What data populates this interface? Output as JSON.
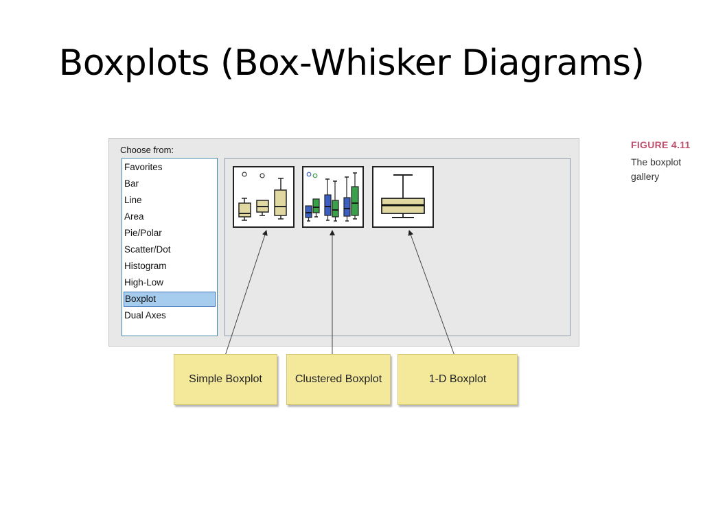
{
  "slide": {
    "title": "Boxplots (Box-Whisker Diagrams)"
  },
  "dialog": {
    "choose_label": "Choose from:",
    "items": [
      {
        "label": "Favorites"
      },
      {
        "label": "Bar"
      },
      {
        "label": "Line"
      },
      {
        "label": "Area"
      },
      {
        "label": "Pie/Polar"
      },
      {
        "label": "Scatter/Dot"
      },
      {
        "label": "Histogram"
      },
      {
        "label": "High-Low"
      },
      {
        "label": "Boxplot"
      },
      {
        "label": "Dual Axes"
      }
    ],
    "selected_item": "Boxplot",
    "selection_color": "#a6cdee"
  },
  "gallery": {
    "thumbnails": [
      {
        "icon": "simple-boxplot-icon"
      },
      {
        "icon": "clustered-boxplot-icon"
      },
      {
        "icon": "1d-boxplot-icon"
      }
    ],
    "box_colors": {
      "tan": "#e0d8a0",
      "blue": "#3a5fc0",
      "green": "#3aa04a"
    }
  },
  "callouts": [
    {
      "label": "Simple Boxplot"
    },
    {
      "label": "Clustered Boxplot"
    },
    {
      "label": "1-D Boxplot"
    }
  ],
  "callout_color": "#f4e99b",
  "figure": {
    "label": "FIGURE 4.11",
    "caption": "The boxplot gallery",
    "label_color": "#c0506e"
  }
}
